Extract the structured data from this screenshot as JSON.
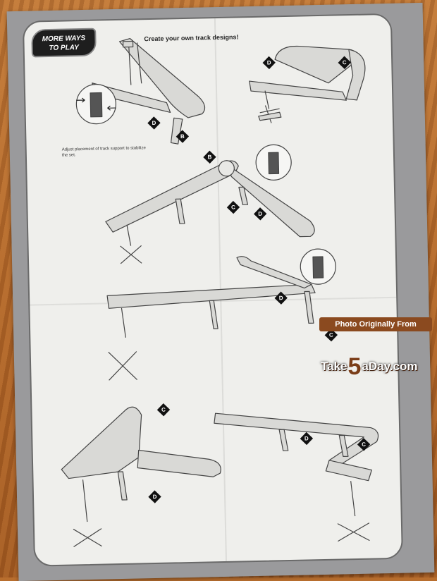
{
  "badge": {
    "line1": "MORE WAYS",
    "line2": "TO PLAY"
  },
  "headline": "Create your own track designs!",
  "caption": "Adjust placement of track support to stabilize the set.",
  "markers": {
    "m1": "D",
    "m2": "C",
    "m3": "D",
    "m4": "B",
    "m5": "B",
    "m6": "C",
    "m7": "D",
    "m8": "D",
    "m9": "C",
    "m10": "C",
    "m11": "D",
    "m12": "C",
    "m13": "D"
  },
  "watermark": {
    "top_line": "Photo Originally From",
    "logo_prefix": "Take",
    "logo_digit": "5",
    "logo_suffix": "aDay.com"
  },
  "colors": {
    "panel": "#efefec",
    "sheet": "#9a9a9c",
    "wood": "#b86e2e",
    "watermark": "#8b4a1f"
  }
}
